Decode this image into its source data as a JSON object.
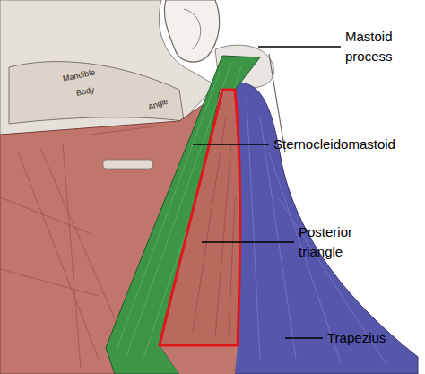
{
  "diagram": {
    "labels": [
      "Mastoid process",
      "Sternocleidomastoid",
      "Posterior triangle",
      "Trapezius",
      "Mandible",
      "Body",
      "Angle"
    ]
  }
}
